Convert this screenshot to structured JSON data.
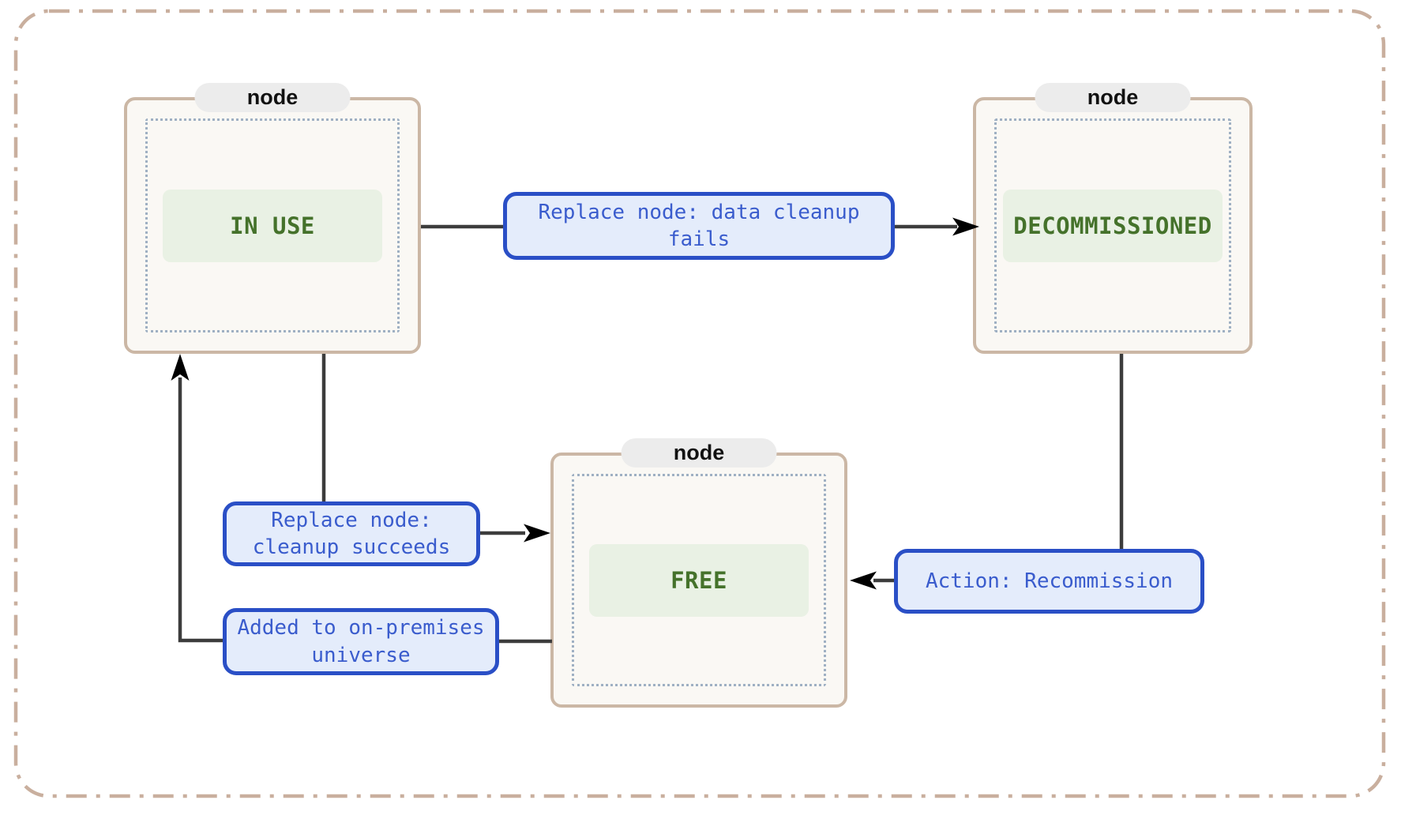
{
  "diagram": {
    "node_tab_label": "node",
    "nodes": [
      {
        "id": "in-use",
        "state_label": "IN USE"
      },
      {
        "id": "decommissioned",
        "state_label": "DECOMMISSIONED"
      },
      {
        "id": "free",
        "state_label": "FREE"
      }
    ],
    "edge_labels": [
      {
        "id": "replace-fails",
        "text": "Replace node: data cleanup fails"
      },
      {
        "id": "replace-succeeds",
        "text": "Replace node: cleanup succeeds"
      },
      {
        "id": "added",
        "text": "Added to on-premises universe"
      },
      {
        "id": "recommission",
        "text": "Action: Recommission"
      }
    ],
    "colors": {
      "node_border": "#cbb7a5",
      "node_bg": "#faf8f4",
      "tab_bg": "#ececec",
      "tab_text": "#111111",
      "state_bg": "#e9f1e4",
      "state_text": "#45722b",
      "inner_dotted": "#9fb0c3",
      "edge_label_border": "#2a4fc6",
      "edge_label_bg": "#e4ecfb",
      "edge_label_text": "#3a5ccd",
      "edge_line": "#3c3c3c",
      "arrowhead": "#000000",
      "outer_border": "#c9af9e"
    }
  }
}
